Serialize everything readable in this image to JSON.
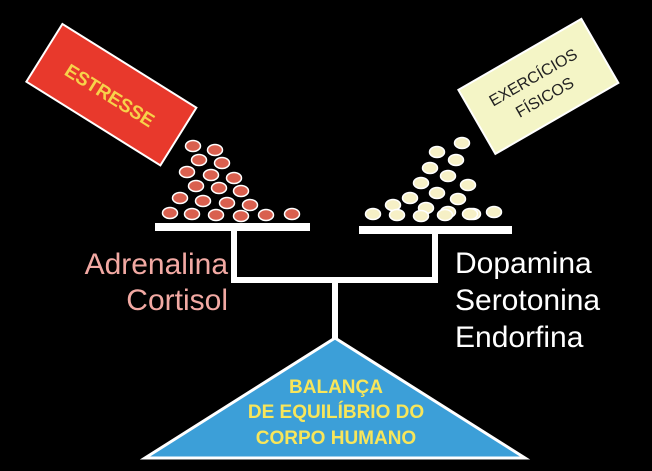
{
  "tags": {
    "stress": "ESTRESSE",
    "exercise_line1": "EXERCÍCIOS",
    "exercise_line2": "FÍSICOS"
  },
  "left_hormones": [
    "Adrenalina",
    "Cortisol"
  ],
  "right_hormones": [
    "Dopamina",
    "Serotonina",
    "Endorfina"
  ],
  "base": {
    "line1": "BALANÇA",
    "line2": "DE EQUILÍBRIO DO",
    "line3": "CORPO HUMANO"
  },
  "colors": {
    "background": "#000000",
    "stress_tag": "#e8392c",
    "stress_text": "#f7d24a",
    "exercise_tag": "#f4f5c6",
    "left_pill": "#d9604f",
    "right_pill": "#f6f0c6",
    "base_fill": "#3c9fd8",
    "base_text": "#f8e65a",
    "left_label": "#f2a9a3",
    "right_label": "#ffffff",
    "scale": "#ffffff"
  }
}
